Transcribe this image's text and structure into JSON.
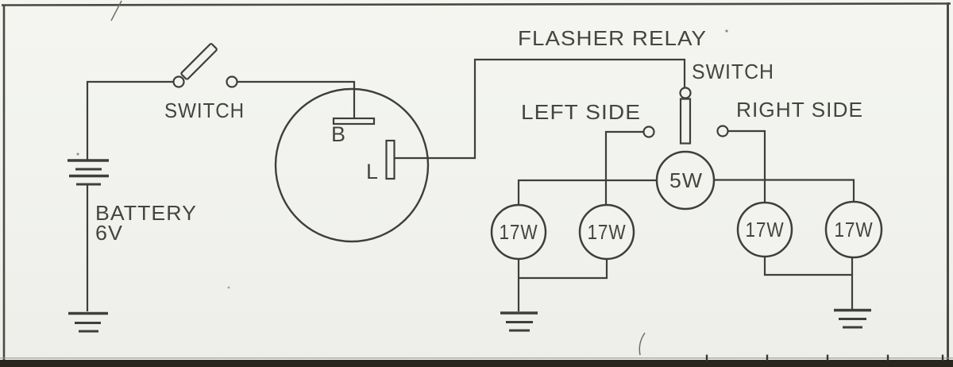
{
  "colors": {
    "paper": "#f2f3ef",
    "ink": "#3e3e3a",
    "text": "#45453f",
    "bottom_band": "#28261f"
  },
  "labels": {
    "flasher_relay": "FLASHER RELAY",
    "main_switch": "SWITCH",
    "indicator_switch": "SWITCH",
    "left_side": "LEFT SIDE",
    "right_side": "RIGHT SIDE",
    "battery_name": "BATTERY",
    "battery_voltage": "6V",
    "terminal_b": "B",
    "terminal_l": "L"
  },
  "bulbs": {
    "pilot_wattage": "5W",
    "left_outer_wattage": "17W",
    "left_inner_wattage": "17W",
    "right_inner_wattage": "17W",
    "right_outer_wattage": "17W"
  }
}
